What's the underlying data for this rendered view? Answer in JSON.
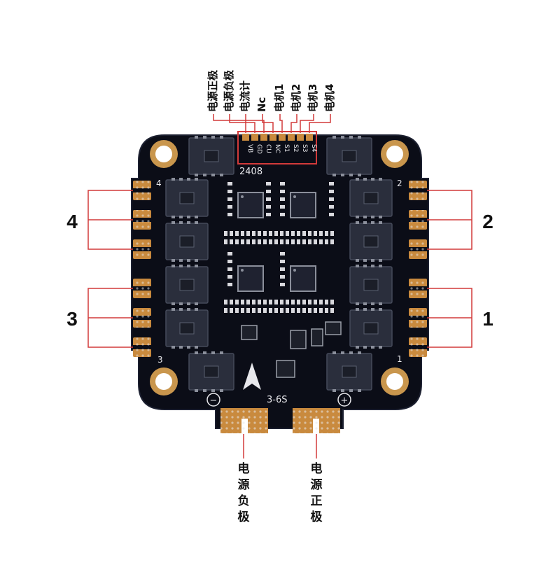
{
  "top_labels": [
    "电源正极",
    "电源负极",
    "电流计",
    "Nc",
    "电机1",
    "电机2",
    "电机3",
    "电机4"
  ],
  "pads": [
    "VB",
    "GD",
    "CU",
    "NC",
    "S1",
    "S2",
    "S3",
    "S4"
  ],
  "side_numbers": {
    "left_top": "4",
    "left_bottom": "3",
    "right_top": "2",
    "right_bottom": "1"
  },
  "corner_silk": {
    "top_left": "4",
    "top_right": "2",
    "bottom_left": "3",
    "bottom_right": "1"
  },
  "board_text": {
    "voltage": "3-6S",
    "minus": "−",
    "plus": "+",
    "code": "2408"
  },
  "bottom_labels": {
    "negative": [
      "电",
      "源",
      "负",
      "极"
    ],
    "positive": [
      "电",
      "源",
      "正",
      "极"
    ]
  },
  "colors": {
    "board": "#0b0d17",
    "copper": "#c98a3e",
    "line": "#d23a3a",
    "chip": "#2a2e3c"
  }
}
